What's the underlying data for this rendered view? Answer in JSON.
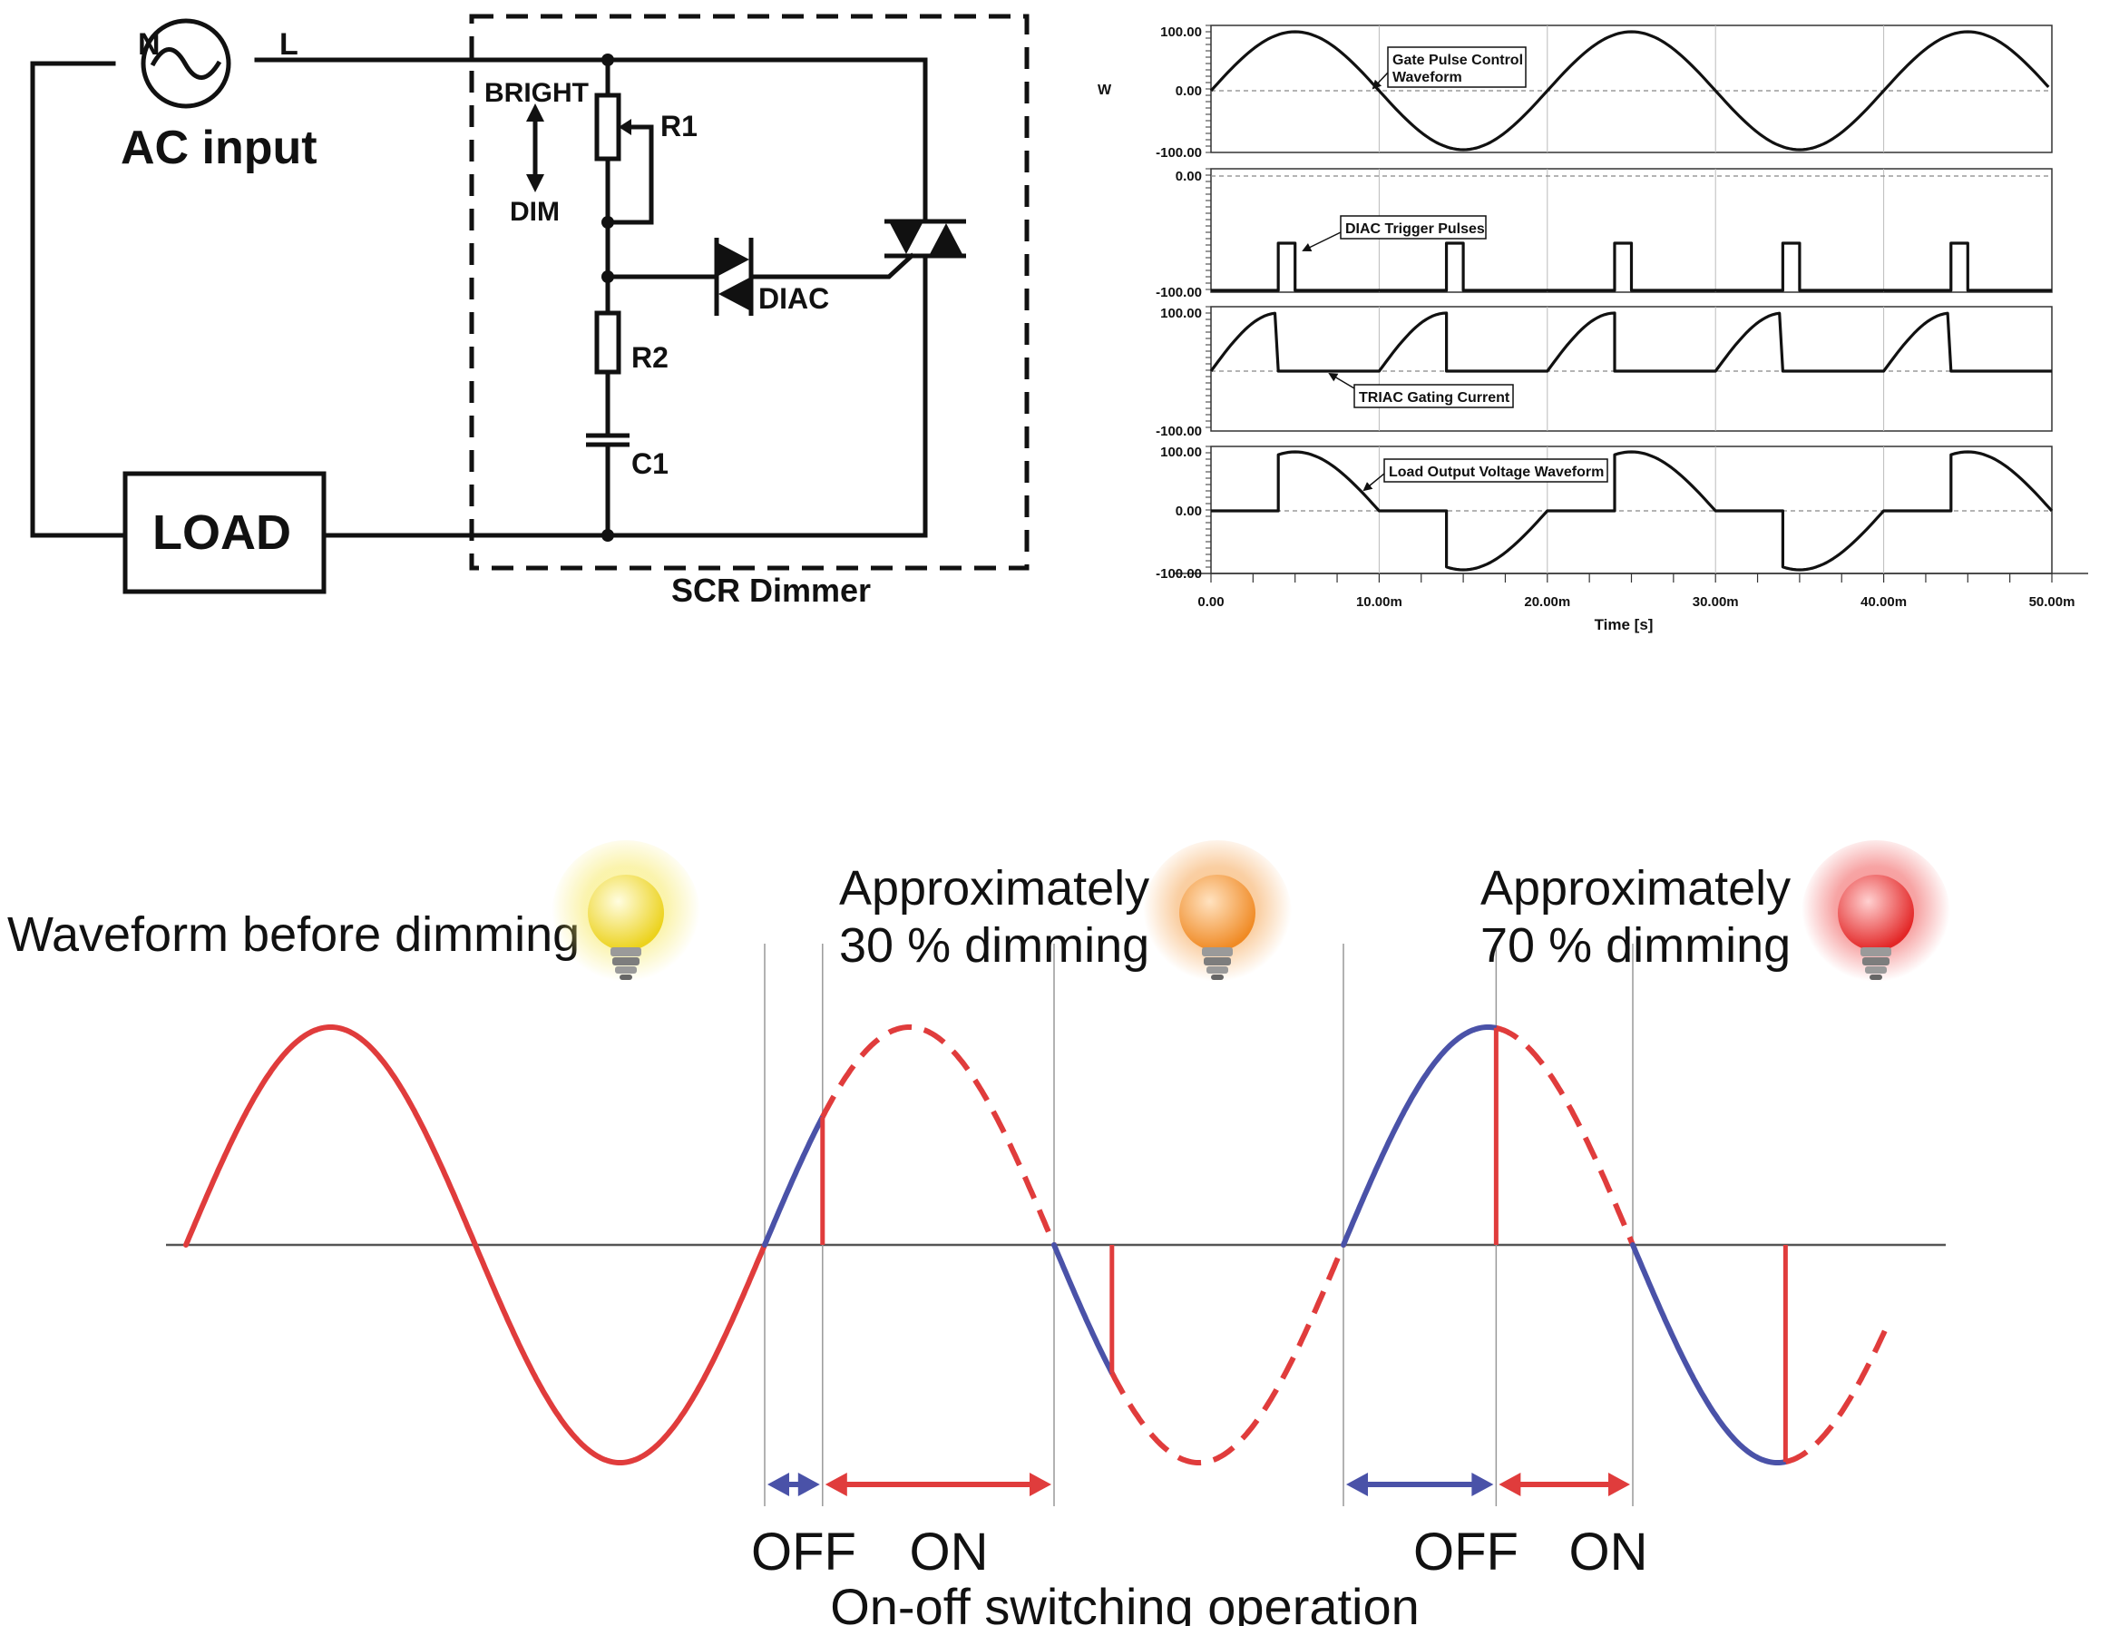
{
  "circuit": {
    "n_label": "N",
    "l_label": "L",
    "ac_input": "AC input",
    "bright": "BRIGHT",
    "dim": "DIM",
    "r1": "R1",
    "r2": "R2",
    "c1": "C1",
    "diac": "DIAC",
    "load": "LOAD",
    "dimmer_caption": "SCR Dimmer"
  },
  "scope": {
    "y_unit": "W",
    "x_title": "Time [s]",
    "x_ticks": [
      "0.00",
      "10.00m",
      "20.00m",
      "30.00m",
      "40.00m",
      "50.00m"
    ],
    "panels": [
      {
        "name": "gate",
        "ticks": [
          "100.00",
          "0.00",
          "-100.00"
        ],
        "annotation": [
          "Gate Pulse Control",
          "Waveform"
        ]
      },
      {
        "name": "diac",
        "ticks": [
          "0.00",
          "-100.00"
        ],
        "annotation": [
          "DIAC Trigger Pulses"
        ]
      },
      {
        "name": "triac",
        "ticks": [
          "100.00",
          "-100.00"
        ],
        "annotation": [
          "TRIAC Gating Current"
        ]
      },
      {
        "name": "load",
        "ticks": [
          "100.00",
          "0.00",
          "-100.00"
        ],
        "annotation": [
          "Load Output Voltage Waveform"
        ]
      }
    ]
  },
  "dimming": {
    "before_label": "Waveform before dimming",
    "thirty_line1": "Approximately",
    "thirty_line2": "30 % dimming",
    "seventy_line1": "Approximately",
    "seventy_line2": "70 % dimming",
    "off_label_1": "OFF",
    "on_label_1": "ON",
    "off_label_2": "OFF",
    "on_label_2": "ON",
    "caption": "On-off switching operation",
    "colors": {
      "red": "#e03c3c",
      "blue": "#4a52a8",
      "bulb_yellow": "#f4e23a",
      "bulb_orange": "#f59a3a",
      "bulb_red": "#ef3b3b"
    }
  }
}
